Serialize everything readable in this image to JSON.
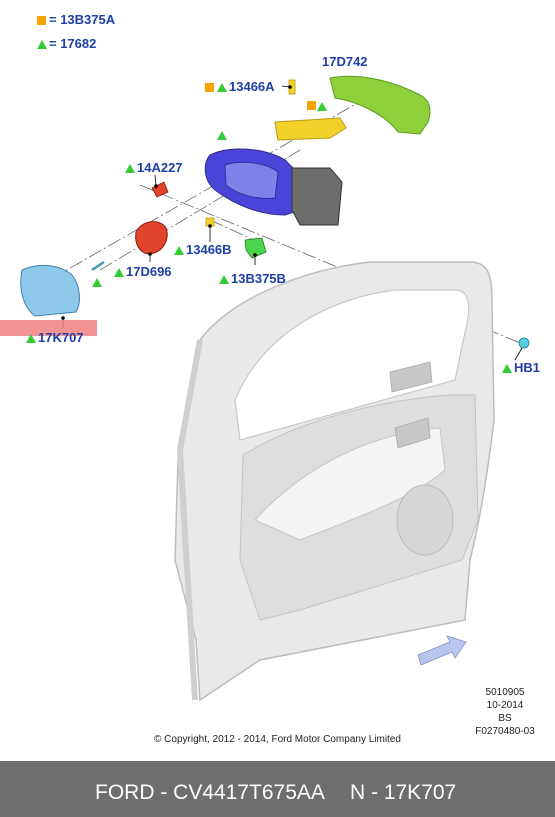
{
  "legend": [
    {
      "marker": "square",
      "color": "#f5a300",
      "text": "= 13B375A"
    },
    {
      "marker": "triangle",
      "color": "#33cc33",
      "text": "= 17682"
    }
  ],
  "parts": {
    "p17D742": "17D742",
    "p13466A": "13466A",
    "p14A227": "14A227",
    "p13466B": "13466B",
    "p17D696": "17D696",
    "p13B375B": "13B375B",
    "p17K707": "17K707",
    "pHB1": "HB1"
  },
  "highlight_color": "#f08080",
  "meta": {
    "line1": "5010905",
    "line2": "10-2014",
    "line3": "BS",
    "line4": "F0270480-03"
  },
  "copyright": "© Copyright, 2012 - 2014, Ford Motor Company Limited",
  "footer": {
    "brand_part": "FORD - CV4417T675AA",
    "oem_part": "N - 17K707",
    "background": "#6e6e6e"
  },
  "colors": {
    "label": "#1f3fa8",
    "triangle": "#33cc33",
    "square": "#f5a300",
    "mirror_housing": "#4a45d8",
    "mirror_cap": "#8fd13a",
    "glass": "#8fc9ea",
    "motor": "#e0442a",
    "bracket": "#f2d22a"
  }
}
